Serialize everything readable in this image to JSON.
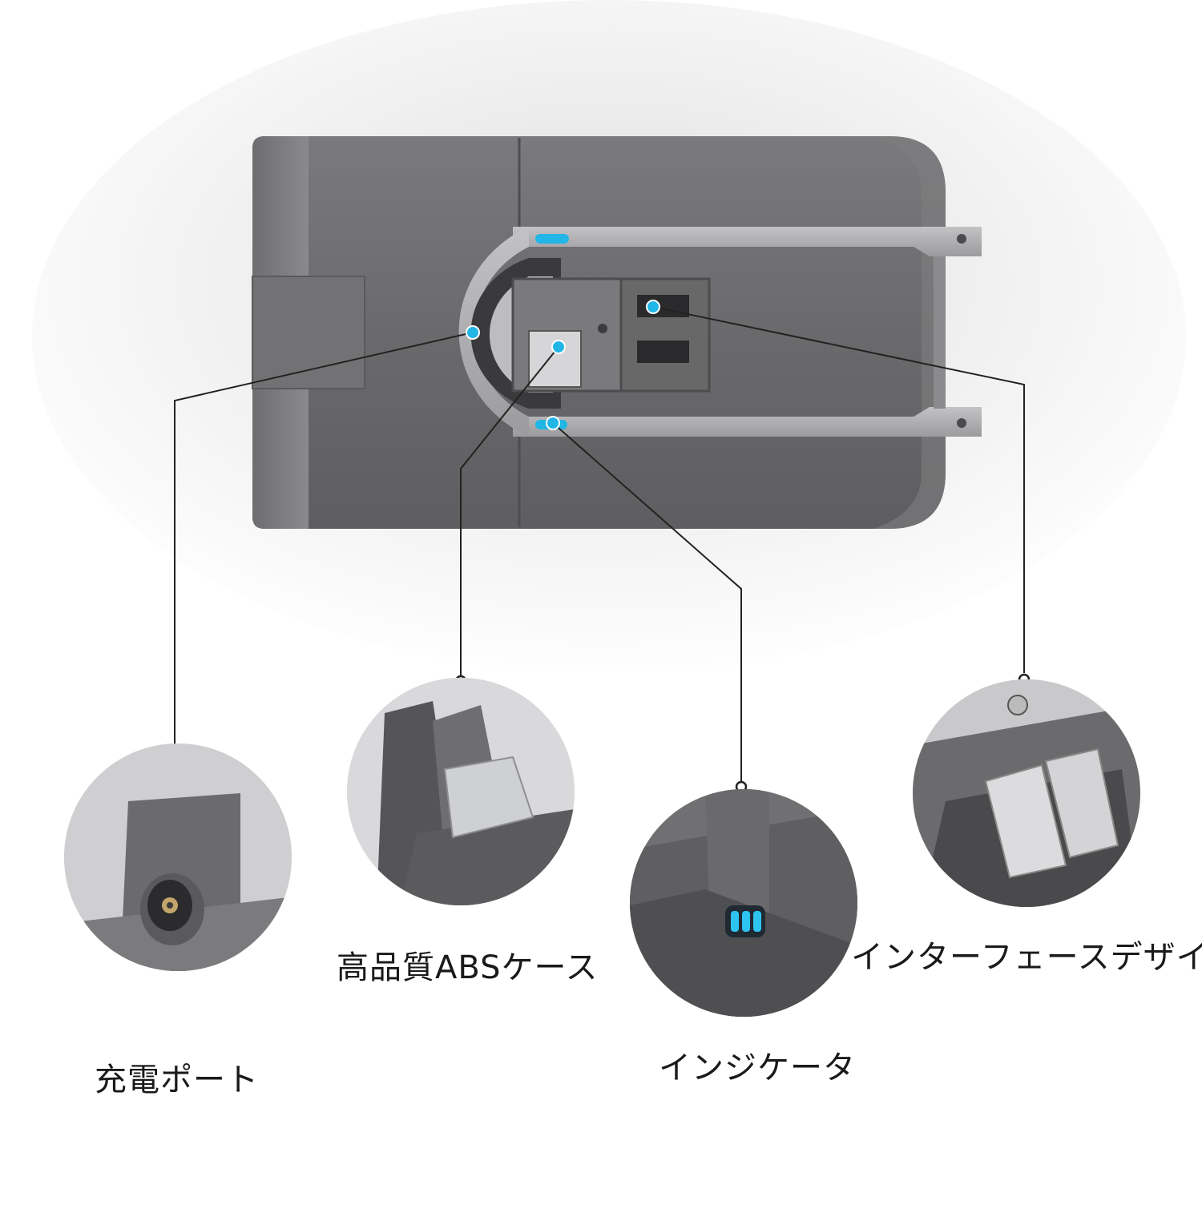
{
  "labels": {
    "charging_port": "充電ポート",
    "abs_case": "高品質ABSケース",
    "indicator": "インジケータ",
    "interface": "インターフェースデザイ"
  },
  "colors": {
    "body": "#6d6d6f",
    "body_dark": "#4f4f51",
    "silver": "#a9a9ab",
    "accent": "#22b6e6",
    "line": "#222222"
  },
  "icons": [
    "charging-port-icon",
    "indicator-light-icon",
    "connector-terminal-icon"
  ]
}
